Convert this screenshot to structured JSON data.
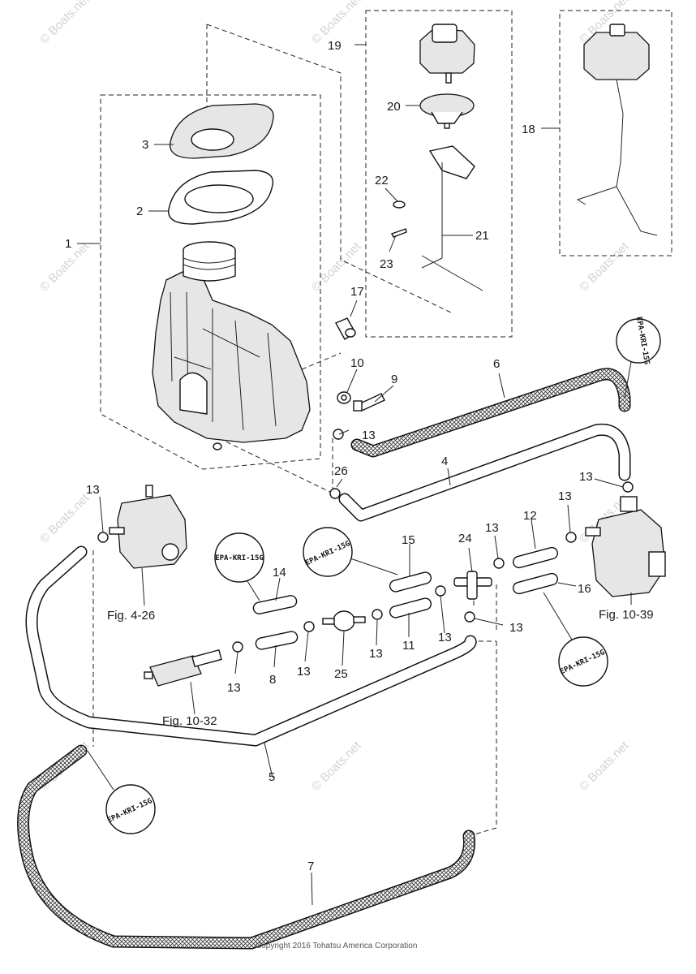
{
  "part_numbers": {
    "p1": "1",
    "p2": "2",
    "p3": "3",
    "p4": "4",
    "p5": "5",
    "p6": "6",
    "p7": "7",
    "p8": "8",
    "p9": "9",
    "p10": "10",
    "p11": "11",
    "p12": "12",
    "p13": "13",
    "p14": "14",
    "p15": "15",
    "p16": "16",
    "p17": "17",
    "p18": "18",
    "p19": "19",
    "p20": "20",
    "p21": "21",
    "p22": "22",
    "p23": "23",
    "p24": "24",
    "p25": "25",
    "p26": "26"
  },
  "figure_refs": {
    "fig_4_26": "Fig. 4-26",
    "fig_10_39": "Fig. 10-39",
    "fig_10_32": "Fig. 10-32"
  },
  "hose_marking": "EPA-KRI-15G",
  "watermark": "© Boats.net",
  "copyright": "Copyright 2016 Tohatsu America Corporation",
  "colors": {
    "line": "#111111",
    "watermark": "#d2d2d2",
    "background": "#ffffff"
  }
}
